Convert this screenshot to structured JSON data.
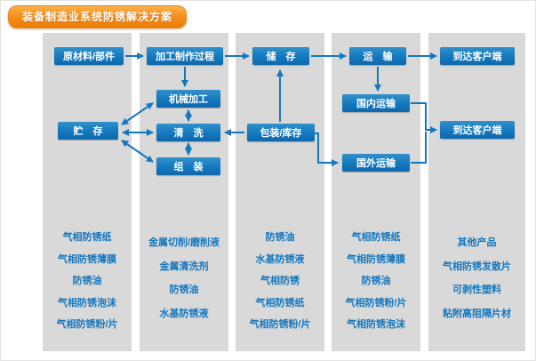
{
  "title": "装备制造业系统防锈解决方案",
  "colors": {
    "accent_blue": "#1478BD",
    "header_orange": "#ED7D01",
    "column_gray": "#D9D9D9",
    "product_text": "#1577BE"
  },
  "flow": {
    "raw_material": "原材料/部件",
    "processing": "加工制作过程",
    "storage_top": "储　存",
    "transport": "运　输",
    "arrive_customer_top": "到达客户端",
    "machining": "机械加工",
    "store": "贮　存",
    "cleaning": "清　洗",
    "packaging": "包装/库存",
    "domestic_transport": "国内运输",
    "arrive_customer_mid": "到达客户端",
    "assembly": "组　装",
    "foreign_transport": "国外运输"
  },
  "columns": [
    {
      "products": [
        "气相防锈纸",
        "气相防锈薄膜",
        "防锈油",
        "气相防锈泡沫",
        "气相防锈粉/片"
      ]
    },
    {
      "products": [
        "金属切削/磨削液",
        "金属清洗剂",
        "防锈油",
        "水基防锈液"
      ]
    },
    {
      "products": [
        "防锈油",
        "水基防锈液",
        "气相防锈",
        "气相防锈纸",
        "气相防锈粉/片"
      ]
    },
    {
      "products": [
        "气相防锈纸",
        "气相防锈薄膜",
        "防锈油",
        "气相防锈粉/片",
        "气相防锈泡沫"
      ]
    },
    {
      "products": [
        "其他产品",
        "气相防锈发散片",
        "可剥性塑料",
        "粘附高阻隔片材"
      ]
    }
  ]
}
